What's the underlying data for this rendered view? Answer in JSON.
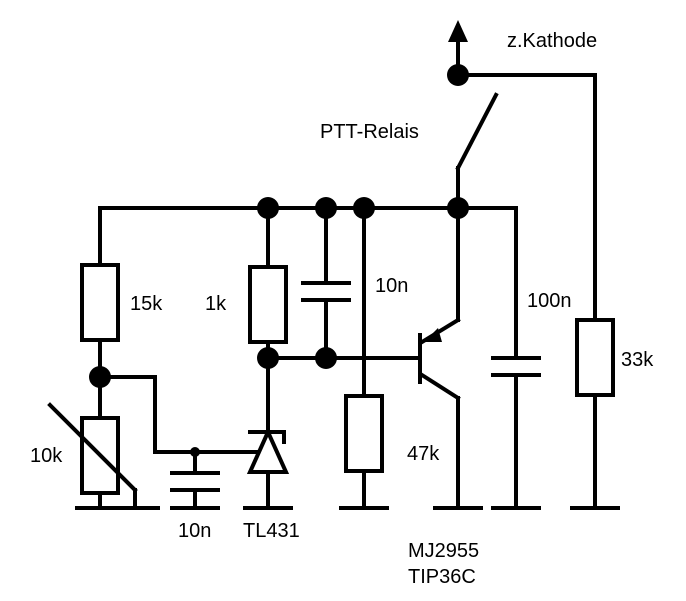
{
  "labels": {
    "cathode": "z.Kathode",
    "relay": "PTT-Relais",
    "r_15k": "15k",
    "r_1k": "1k",
    "c_10n_top": "10n",
    "c_100n": "100n",
    "r_33k": "33k",
    "pot_10k": "10k",
    "r_47k": "47k",
    "c_10n_bottom": "10n",
    "tl431": "TL431",
    "transistor_1": "MJ2955",
    "transistor_2": "TIP36C"
  }
}
